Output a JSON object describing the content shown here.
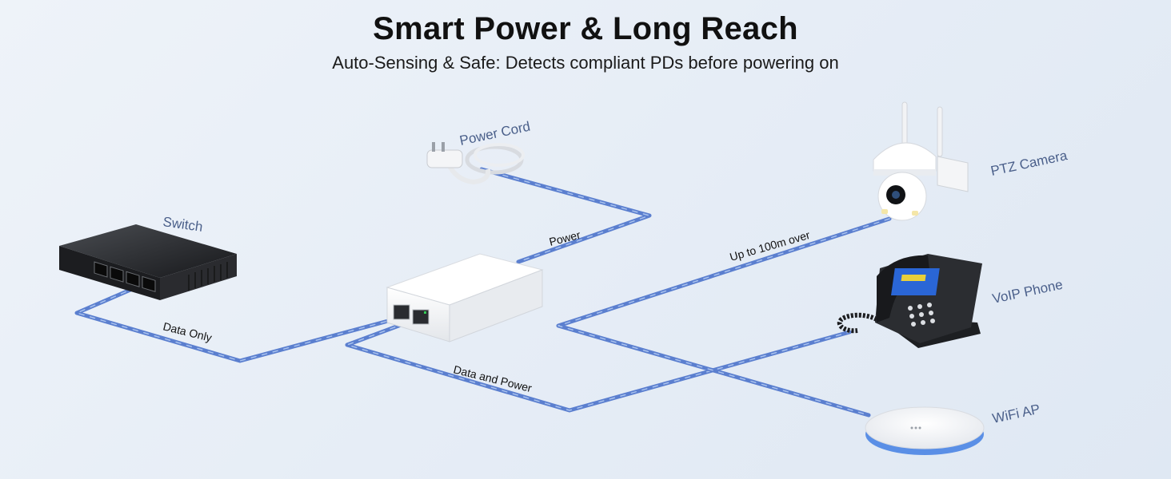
{
  "header": {
    "title": "Smart Power & Long Reach",
    "subtitle": "Auto-Sensing & Safe: Detects compliant PDs before powering on"
  },
  "devices": {
    "switch": "Switch",
    "power_cord": "Power Cord",
    "ptz_camera": "PTZ Camera",
    "voip_phone": "VoIP Phone",
    "wifi_ap": "WiFi AP"
  },
  "cables": {
    "data_only": "Data Only",
    "power": "Power",
    "data_and_power": "Data and Power",
    "up_to_100m": "Up to 100m over"
  },
  "colors": {
    "cable": "#5b7fcf",
    "cable_light": "#a9c2ee",
    "label": "#4a5f8a"
  }
}
